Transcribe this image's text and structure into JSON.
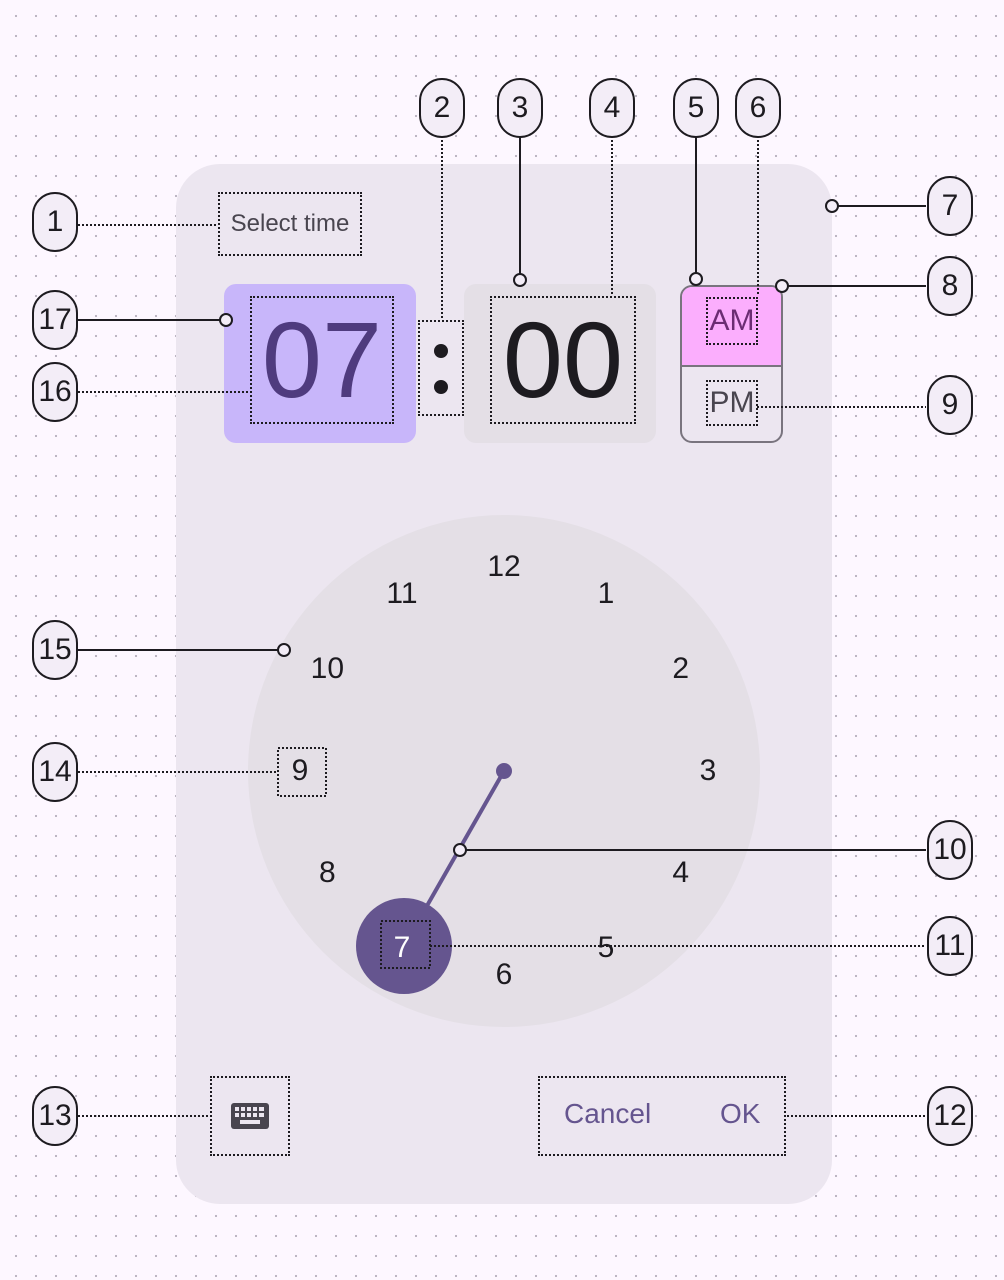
{
  "dialog": {
    "headline": "Select time",
    "hour": "07",
    "minute": "00",
    "period": {
      "am": "AM",
      "pm": "PM",
      "selected": "AM"
    },
    "clock": {
      "numbers": [
        "12",
        "1",
        "2",
        "3",
        "4",
        "5",
        "6",
        "7",
        "8",
        "9",
        "10",
        "11"
      ],
      "selected": "7"
    },
    "keyboard_icon": "keyboard-icon",
    "actions": {
      "cancel": "Cancel",
      "ok": "OK"
    }
  },
  "callouts": [
    "1",
    "2",
    "3",
    "4",
    "5",
    "6",
    "7",
    "8",
    "9",
    "10",
    "11",
    "12",
    "13",
    "14",
    "15",
    "16",
    "17"
  ],
  "colors": {
    "container": "#ECE6F0",
    "hour_selected": "#C8B6FA",
    "minute_bg": "#E4DFE6",
    "am_selected": "#FBAEFD",
    "primary": "#65558F"
  }
}
